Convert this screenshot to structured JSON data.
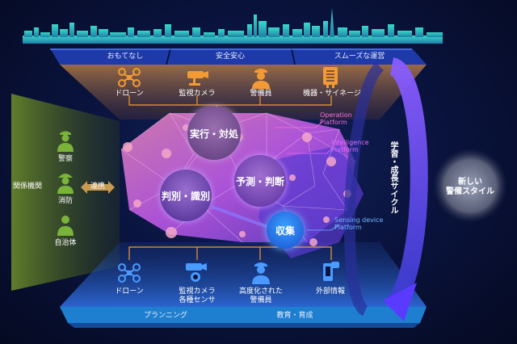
{
  "top_bands": [
    "おもてなし",
    "安全安心",
    "スムーズな運営"
  ],
  "top_row": [
    "ドローン",
    "監視カメラ",
    "警備員",
    "機器・サイネージ"
  ],
  "hubs": {
    "execution": "実行・対処",
    "prediction": "予測・判断",
    "identification": "判別・識別",
    "collection": "収集"
  },
  "platforms": {
    "operation": [
      "Operation",
      "Platform"
    ],
    "intelligence": [
      "Intelligence",
      "Platform"
    ],
    "sensing": [
      "Sensing device",
      "Platform"
    ]
  },
  "left_panel": {
    "title": "関係機関",
    "link": "連携",
    "items": [
      "警察",
      "消防",
      "自治体"
    ]
  },
  "cycle_label": "学習・成長サイクル",
  "outcome": [
    "新しい",
    "警備スタイル"
  ],
  "bottom_row": [
    {
      "line1": "ドローン",
      "line2": ""
    },
    {
      "line1": "監視カメラ",
      "line2": "各種センサ"
    },
    {
      "line1": "高度化された",
      "line2": "警備員"
    },
    {
      "line1": "外部情報",
      "line2": ""
    }
  ],
  "bottom_bands": [
    "プランニング",
    "教育・育成"
  ],
  "colors": {
    "operation": "#ff6fd8",
    "intelligence": "#e16bff",
    "sensing": "#6fb8ff",
    "accent_orange": "#f29a35",
    "arrow_purple": "#7a52ff"
  }
}
